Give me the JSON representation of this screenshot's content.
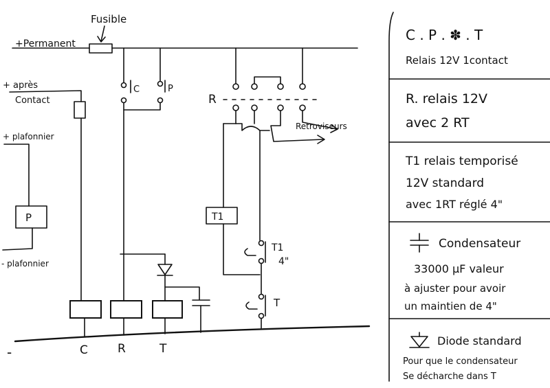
{
  "labels": {
    "fusible": "Fusible",
    "permanent": "+Permanent",
    "apres": "+ après",
    "contact": "Contact",
    "plafonnier_plus": "+ plafonnier",
    "plafonnier_minus": "- plafonnier",
    "p_box": "P",
    "relay_c": "C",
    "relay_p": "P",
    "r_label": "R",
    "retroviseurs": "Retroviseurs",
    "t1_box": "T1",
    "t1_contact": "T1",
    "t1_delay": "4\"",
    "t_contact": "T",
    "ground": "-",
    "bottom_c": "C",
    "bottom_r": "R",
    "bottom_t": "T"
  },
  "legend": {
    "cpt_title": "C . P . ✽ . T",
    "cpt_desc": "Relais 12V 1contact",
    "r_title": "R. relais 12V",
    "r_desc": "avec 2 RT",
    "t1_title": "T1 relais temporisé",
    "t1_line2": "12V standard",
    "t1_line3": "avec 1RT réglé 4\"",
    "cond_title": "Condensateur",
    "cond_line1": "33000 µF valeur",
    "cond_line2": "à ajuster pour avoir",
    "cond_line3": "un maintien de 4\"",
    "diode_title": "Diode standard",
    "diode_line1": "Pour que le condensateur",
    "diode_line2": "Se décharche dans T"
  }
}
